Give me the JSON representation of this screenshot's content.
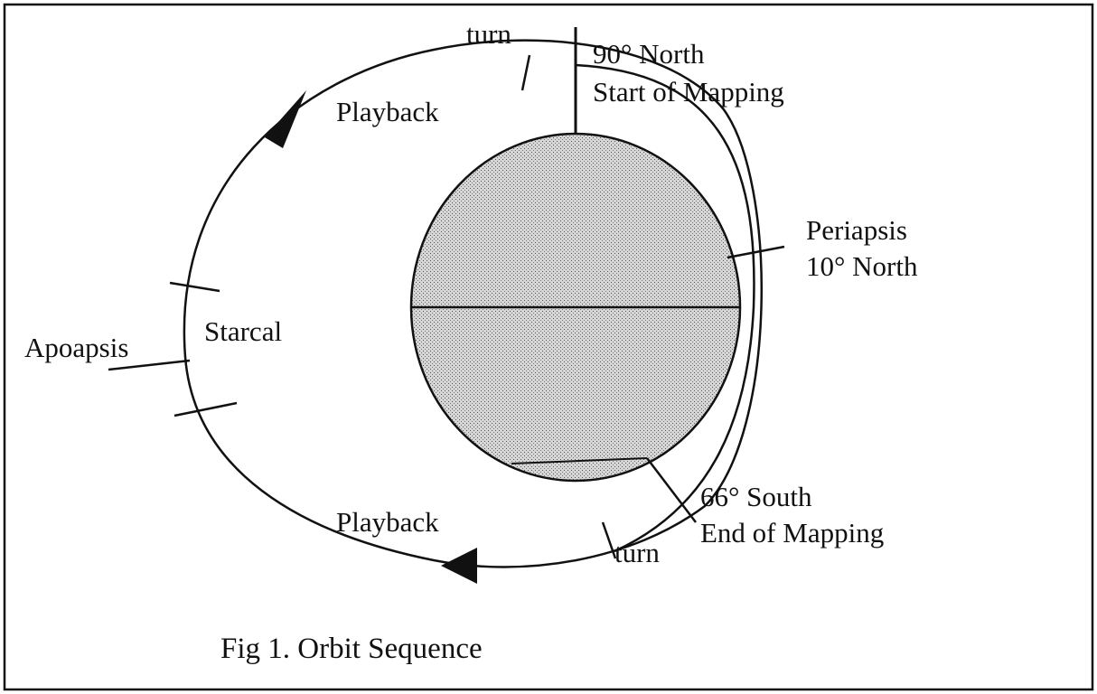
{
  "figure": {
    "caption": "Fig 1. Orbit Sequence",
    "labels": {
      "turn_top": "turn",
      "north_line1": "90° North",
      "north_line2": "Start of Mapping",
      "playback_top": "Playback",
      "periapsis_line1": "Periapsis",
      "periapsis_line2": "10° North",
      "starcal": "Starcal",
      "apoapsis": "Apoapsis",
      "south_line1": "66° South",
      "south_line2": "End of Mapping",
      "playback_bottom": "Playback",
      "turn_bottom": "turn"
    }
  },
  "colors": {
    "ink": "#111111",
    "planet_fill": "#c9c9c9",
    "background": "#ffffff"
  }
}
